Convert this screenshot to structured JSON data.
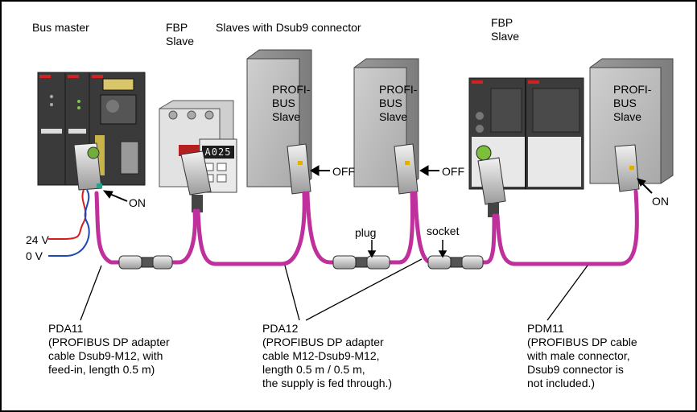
{
  "headings": {
    "bus_master": "Bus master",
    "fbp_slave_1": [
      "FBP",
      "Slave"
    ],
    "slaves_dsub9": "Slaves with Dsub9 connector",
    "fbp_slave_2": [
      "FBP",
      "Slave"
    ]
  },
  "slave_box_label": [
    "PROFI-",
    "BUS",
    "Slave"
  ],
  "switch_labels": {
    "master": "ON",
    "slave_1": "OFF",
    "slave_2": "OFF",
    "slave_last": "ON"
  },
  "connector_labels": {
    "plug": "plug",
    "socket": "socket"
  },
  "supply_labels": {
    "plus": "24 V",
    "zero": "0 V"
  },
  "display_readout": "A025",
  "cable_descriptions": [
    {
      "name": "PDA11",
      "lines": [
        "(PROFIBUS DP adapter",
        "cable Dsub9-M12, with",
        "feed-in, length 0.5 m)"
      ]
    },
    {
      "name": "PDA12",
      "lines": [
        "(PROFIBUS DP adapter",
        "cable M12-Dsub9-M12,",
        "length 0.5 m / 0.5 m,",
        "the supply is fed through.)"
      ]
    },
    {
      "name": "PDM11",
      "lines": [
        "(PROFIBUS DP cable",
        "with male connector,",
        "Dsub9 connector is",
        "not included.)"
      ]
    }
  ],
  "colors": {
    "cable": "#c0309c",
    "supply_positive": "#d21e1e",
    "supply_negative": "#1e46b4",
    "module_face": "#4a4a4a",
    "slave_box": "#bdbdbd"
  }
}
